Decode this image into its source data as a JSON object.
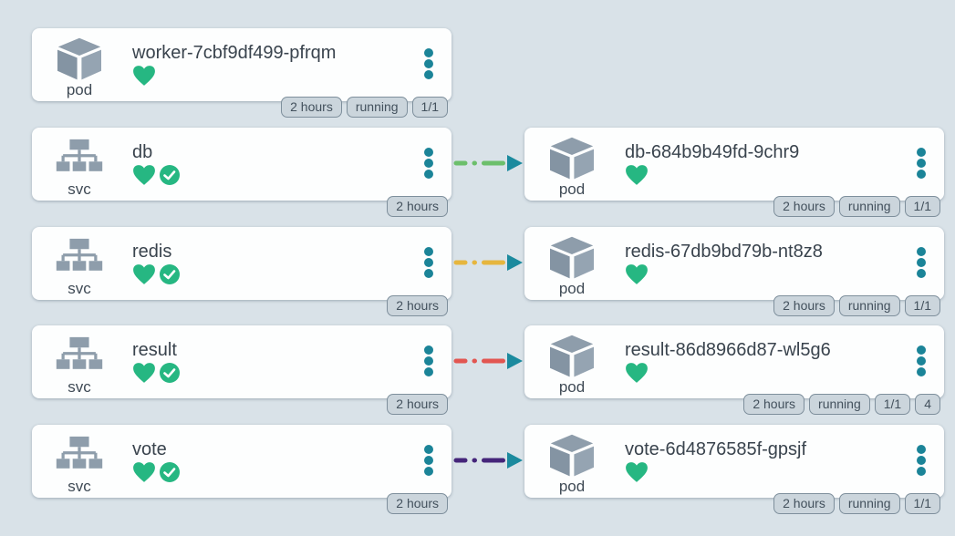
{
  "nodes": [
    {
      "kind": "pod",
      "title": "worker-7cbf9df499-pfrqm",
      "badges": [
        "2 hours",
        "running",
        "1/1"
      ]
    },
    {
      "kind": "svc",
      "title": "db",
      "badges": [
        "2 hours"
      ]
    },
    {
      "kind": "svc",
      "title": "redis",
      "badges": [
        "2 hours"
      ]
    },
    {
      "kind": "svc",
      "title": "result",
      "badges": [
        "2 hours"
      ]
    },
    {
      "kind": "svc",
      "title": "vote",
      "badges": [
        "2 hours"
      ]
    },
    {
      "kind": "pod",
      "title": "db-684b9b49fd-9chr9",
      "badges": [
        "2 hours",
        "running",
        "1/1"
      ]
    },
    {
      "kind": "pod",
      "title": "redis-67db9bd79b-nt8z8",
      "badges": [
        "2 hours",
        "running",
        "1/1"
      ]
    },
    {
      "kind": "pod",
      "title": "result-86d8966d87-wl5g6",
      "badges": [
        "2 hours",
        "running",
        "1/1",
        "4"
      ]
    },
    {
      "kind": "pod",
      "title": "vote-6d4876585f-gpsjf",
      "badges": [
        "2 hours",
        "running",
        "1/1"
      ]
    }
  ],
  "edges": [
    {
      "from": "db service",
      "to": "db pod",
      "color": "#6cbf6b",
      "arrowhead": "#1b8a9e"
    },
    {
      "from": "redis service",
      "to": "redis pod",
      "color": "#e6b63e",
      "arrowhead": "#1b8a9e"
    },
    {
      "from": "result service",
      "to": "result pod",
      "color": "#e25651",
      "arrowhead": "#1b8a9e"
    },
    {
      "from": "vote service",
      "to": "vote pod",
      "color": "#45257a",
      "arrowhead": "#1b8a9e"
    }
  ],
  "icons": {
    "pod": "cube-icon",
    "svc": "service-tree-icon",
    "healthy": "heart-icon",
    "ready": "check-circle-icon",
    "menu": "kebab-menu-icon"
  },
  "colors": {
    "background": "#d9e2e8",
    "card": "#fdfefe",
    "icon_gray": "#8e9dab",
    "health_green": "#26b782",
    "menu_teal": "#1b8498",
    "badge_bg": "#cbd5dc",
    "badge_border": "#7e8f9c",
    "badge_text": "#43515d",
    "title_text": "#39434d",
    "edge_arrowhead": "#1b8a9e"
  }
}
